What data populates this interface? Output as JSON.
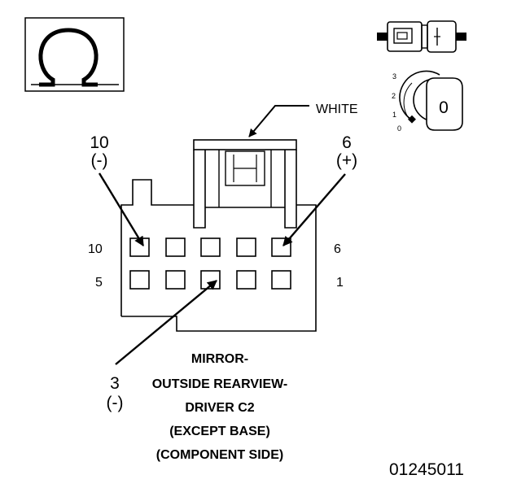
{
  "icons": {
    "meter": "ohm-meter-icon",
    "connector": "connector-icon",
    "ignition": "ignition-key-icon"
  },
  "ignition": {
    "positions": [
      "3",
      "2",
      "1",
      "0"
    ],
    "key_label": "0"
  },
  "connector": {
    "wire_label": "WHITE",
    "row_top": {
      "left": "10",
      "right": "6"
    },
    "row_bottom": {
      "left": "5",
      "right": "1"
    },
    "callouts": [
      {
        "pin": "10",
        "polarity": "(-)"
      },
      {
        "pin": "6",
        "polarity": "(+)"
      },
      {
        "pin": "3",
        "polarity": "(-)"
      }
    ]
  },
  "caption": [
    "MIRROR-",
    "OUTSIDE REARVIEW-",
    "DRIVER C2",
    "(EXCEPT BASE)",
    "(COMPONENT SIDE)"
  ],
  "figure_id": "01245011"
}
